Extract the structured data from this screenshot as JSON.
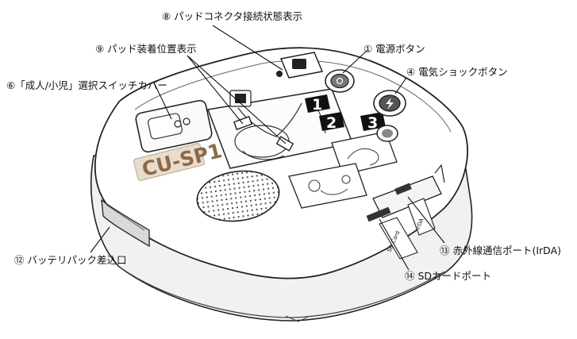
{
  "labels": {
    "pad_connector": "⑧ パッドコネクタ接続状態表示",
    "pad_position": "⑨ パッド装着位置表示",
    "power_button": "① 電源ボタン",
    "selector_cover": "⑥「成人/小児」選択スイッチカバー",
    "shock_button": "④ 電気ショックボタン",
    "battery_slot": "⑫ バッテリパック差込口",
    "irda_port": "⑬ 赤外線通信ポート(IrDA)",
    "sd_port": "⑭ SDカードポート"
  },
  "device": {
    "brand": "CU-SP1",
    "step_numbers": [
      "1",
      "2",
      "3"
    ],
    "card_labels": [
      "SD Card",
      "IrDA"
    ]
  }
}
